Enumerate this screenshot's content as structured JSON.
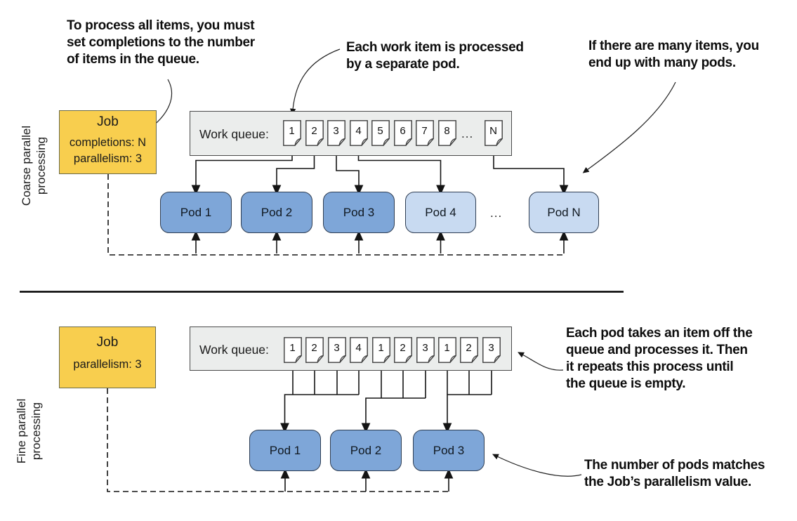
{
  "colors": {
    "job_fill": "#F8CE4E",
    "pod_dark": "#7EA6D8",
    "pod_light": "#C8DAF1",
    "queue_fill": "#EBEDEC",
    "line": "#141414"
  },
  "callouts": {
    "completions": {
      "lines": [
        "To process all items, you must",
        "set completions to the number",
        "of items in the queue."
      ]
    },
    "separate_pod": {
      "lines": [
        "Each work item is processed",
        "by a separate pod."
      ]
    },
    "many_pods": {
      "lines": [
        "If there are many items, you",
        "end up with many pods."
      ]
    },
    "takes_item": {
      "lines": [
        "Each pod takes an item off the",
        "queue and processes it. Then",
        "it repeats this process until",
        "the queue is empty."
      ]
    },
    "pod_count": {
      "lines": [
        "The number of pods matches",
        "the Job’s parallelism value."
      ]
    }
  },
  "coarse": {
    "section_label": {
      "lines": [
        "Coarse parallel",
        "processing"
      ]
    },
    "job": {
      "title": "Job",
      "completions": "completions: N",
      "parallelism": "parallelism: 3"
    },
    "queue": {
      "label": "Work queue:",
      "items": [
        "1",
        "2",
        "3",
        "4",
        "5",
        "6",
        "7",
        "8"
      ],
      "ellipsis": "...",
      "item_n": "N"
    },
    "pods": {
      "labels": [
        "Pod 1",
        "Pod 2",
        "Pod 3",
        "Pod 4"
      ],
      "ellipsis": "...",
      "pod_n": "Pod N"
    }
  },
  "fine": {
    "section_label": {
      "lines": [
        "Fine parallel",
        "processing"
      ]
    },
    "job": {
      "title": "Job",
      "parallelism": "parallelism: 3"
    },
    "queue": {
      "label": "Work queue:",
      "items": [
        "1",
        "2",
        "3",
        "4",
        "1",
        "2",
        "3",
        "1",
        "2",
        "3"
      ]
    },
    "pods": {
      "labels": [
        "Pod 1",
        "Pod 2",
        "Pod 3"
      ]
    }
  }
}
